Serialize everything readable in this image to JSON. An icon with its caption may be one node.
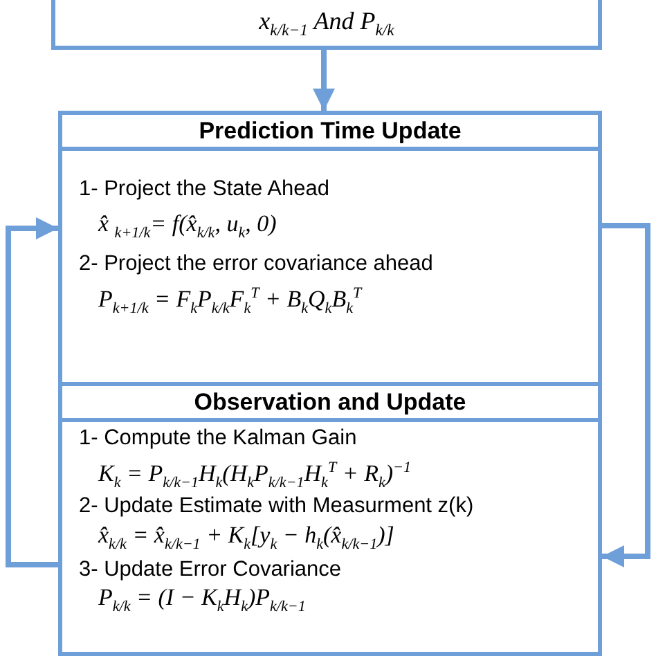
{
  "diagram": {
    "nodes": [
      {
        "text": [
          "x$_{k/k−1}$ And P$_{k/k}$"
        ]
      },
      {
        "text": [
          "Prediction Time Update",
          "1- Project the State Ahead",
          "x̂ $_{k+1/k}$= f(x̂$_{k/k}$, u$_{k}$, 0)",
          "2- Project the error covariance ahead",
          "P$_{k+1/k}$ = F$_{k}$P$_{k/k}$F$_{k}$$^{T}$ + B$_{k}$Q$_{k}$B$_{k}$$^{T}$"
        ]
      },
      {
        "text": [
          "Observation and Update",
          "1- Compute the Kalman Gain",
          "K$_{k}$ = P$_{k/k−1}$H$_{k}$(H$_{k}$P$_{k/k−1}$H$_{k}$$^{T}$ + R$_{k}$)$^{−1}$",
          "2- Update Estimate with Measurment z(k)",
          "x̂$_{k/k}$ = x̂$_{k/k−1}$ + K$_{k}$[y$_{k}$ − h$_{k}$(x̂$_{k/k−1}$)]",
          "3- Update Error Covariance",
          "P$_{k/k}$ = (I − K$_{k}$H$_{k}$)P$_{k/k−1}$"
        ]
      }
    ],
    "edges": [
      {
        "from": 0,
        "to": 1,
        "arrow": "to"
      },
      {
        "from": 2,
        "to": 1,
        "arrow": "to"
      },
      {
        "from": 1,
        "to": 2,
        "arrow": "to"
      }
    ]
  }
}
